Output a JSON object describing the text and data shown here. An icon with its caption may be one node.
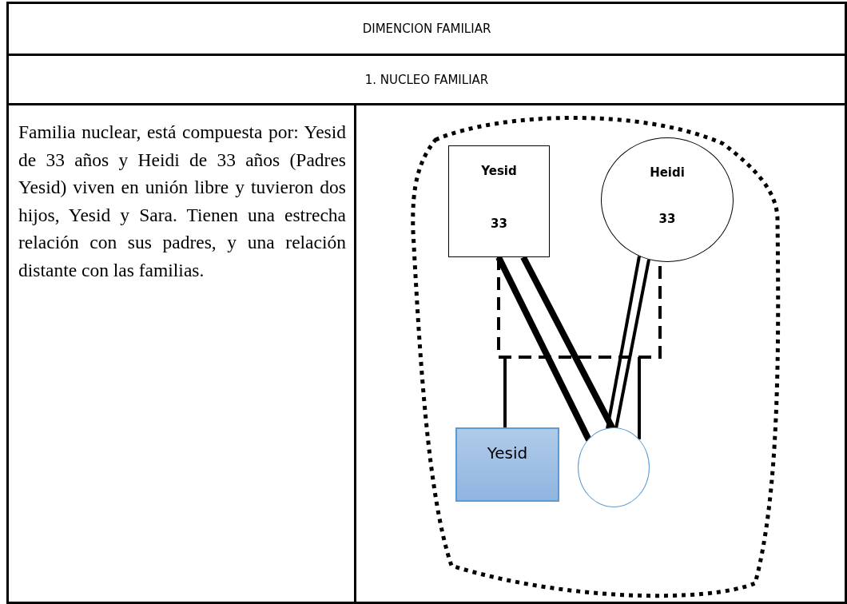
{
  "diagram": {
    "nodes": [
      {
        "text": [
          "DIMENCION FAMILIAR"
        ]
      },
      {
        "text": [
          "1. NUCLEO FAMILIAR"
        ]
      },
      {
        "text": [
          "Familia nuclear, está compuesta por: Yesid de 33 años y Heidi de 33 años (Padres Yesid) viven en unión libre y tuvieron dos hijos, Yesid y Sara. Tienen una estrecha relación con sus padres, y una relación distante con las familias."
        ]
      },
      {
        "text": [],
        "shape": "cloud"
      },
      {
        "text": [
          "Yesid",
          "33"
        ],
        "in": 3
      },
      {
        "text": [
          "Heidi",
          "33"
        ],
        "in": 3
      },
      {
        "text": [
          "Yesid"
        ],
        "in": 3
      },
      {
        "text": [],
        "shape": "circle",
        "in": 3
      }
    ],
    "edges": [
      {
        "from": 4,
        "to": 5,
        "arrow": "none",
        "style": "dashed"
      },
      {
        "from": null,
        "to": 6,
        "arrow": "none"
      },
      {
        "from": null,
        "to": 7,
        "arrow": "none"
      },
      {
        "from": 4,
        "to": 7,
        "arrow": "none",
        "style": "thick"
      },
      {
        "from": 5,
        "to": 7,
        "arrow": "none"
      }
    ]
  }
}
